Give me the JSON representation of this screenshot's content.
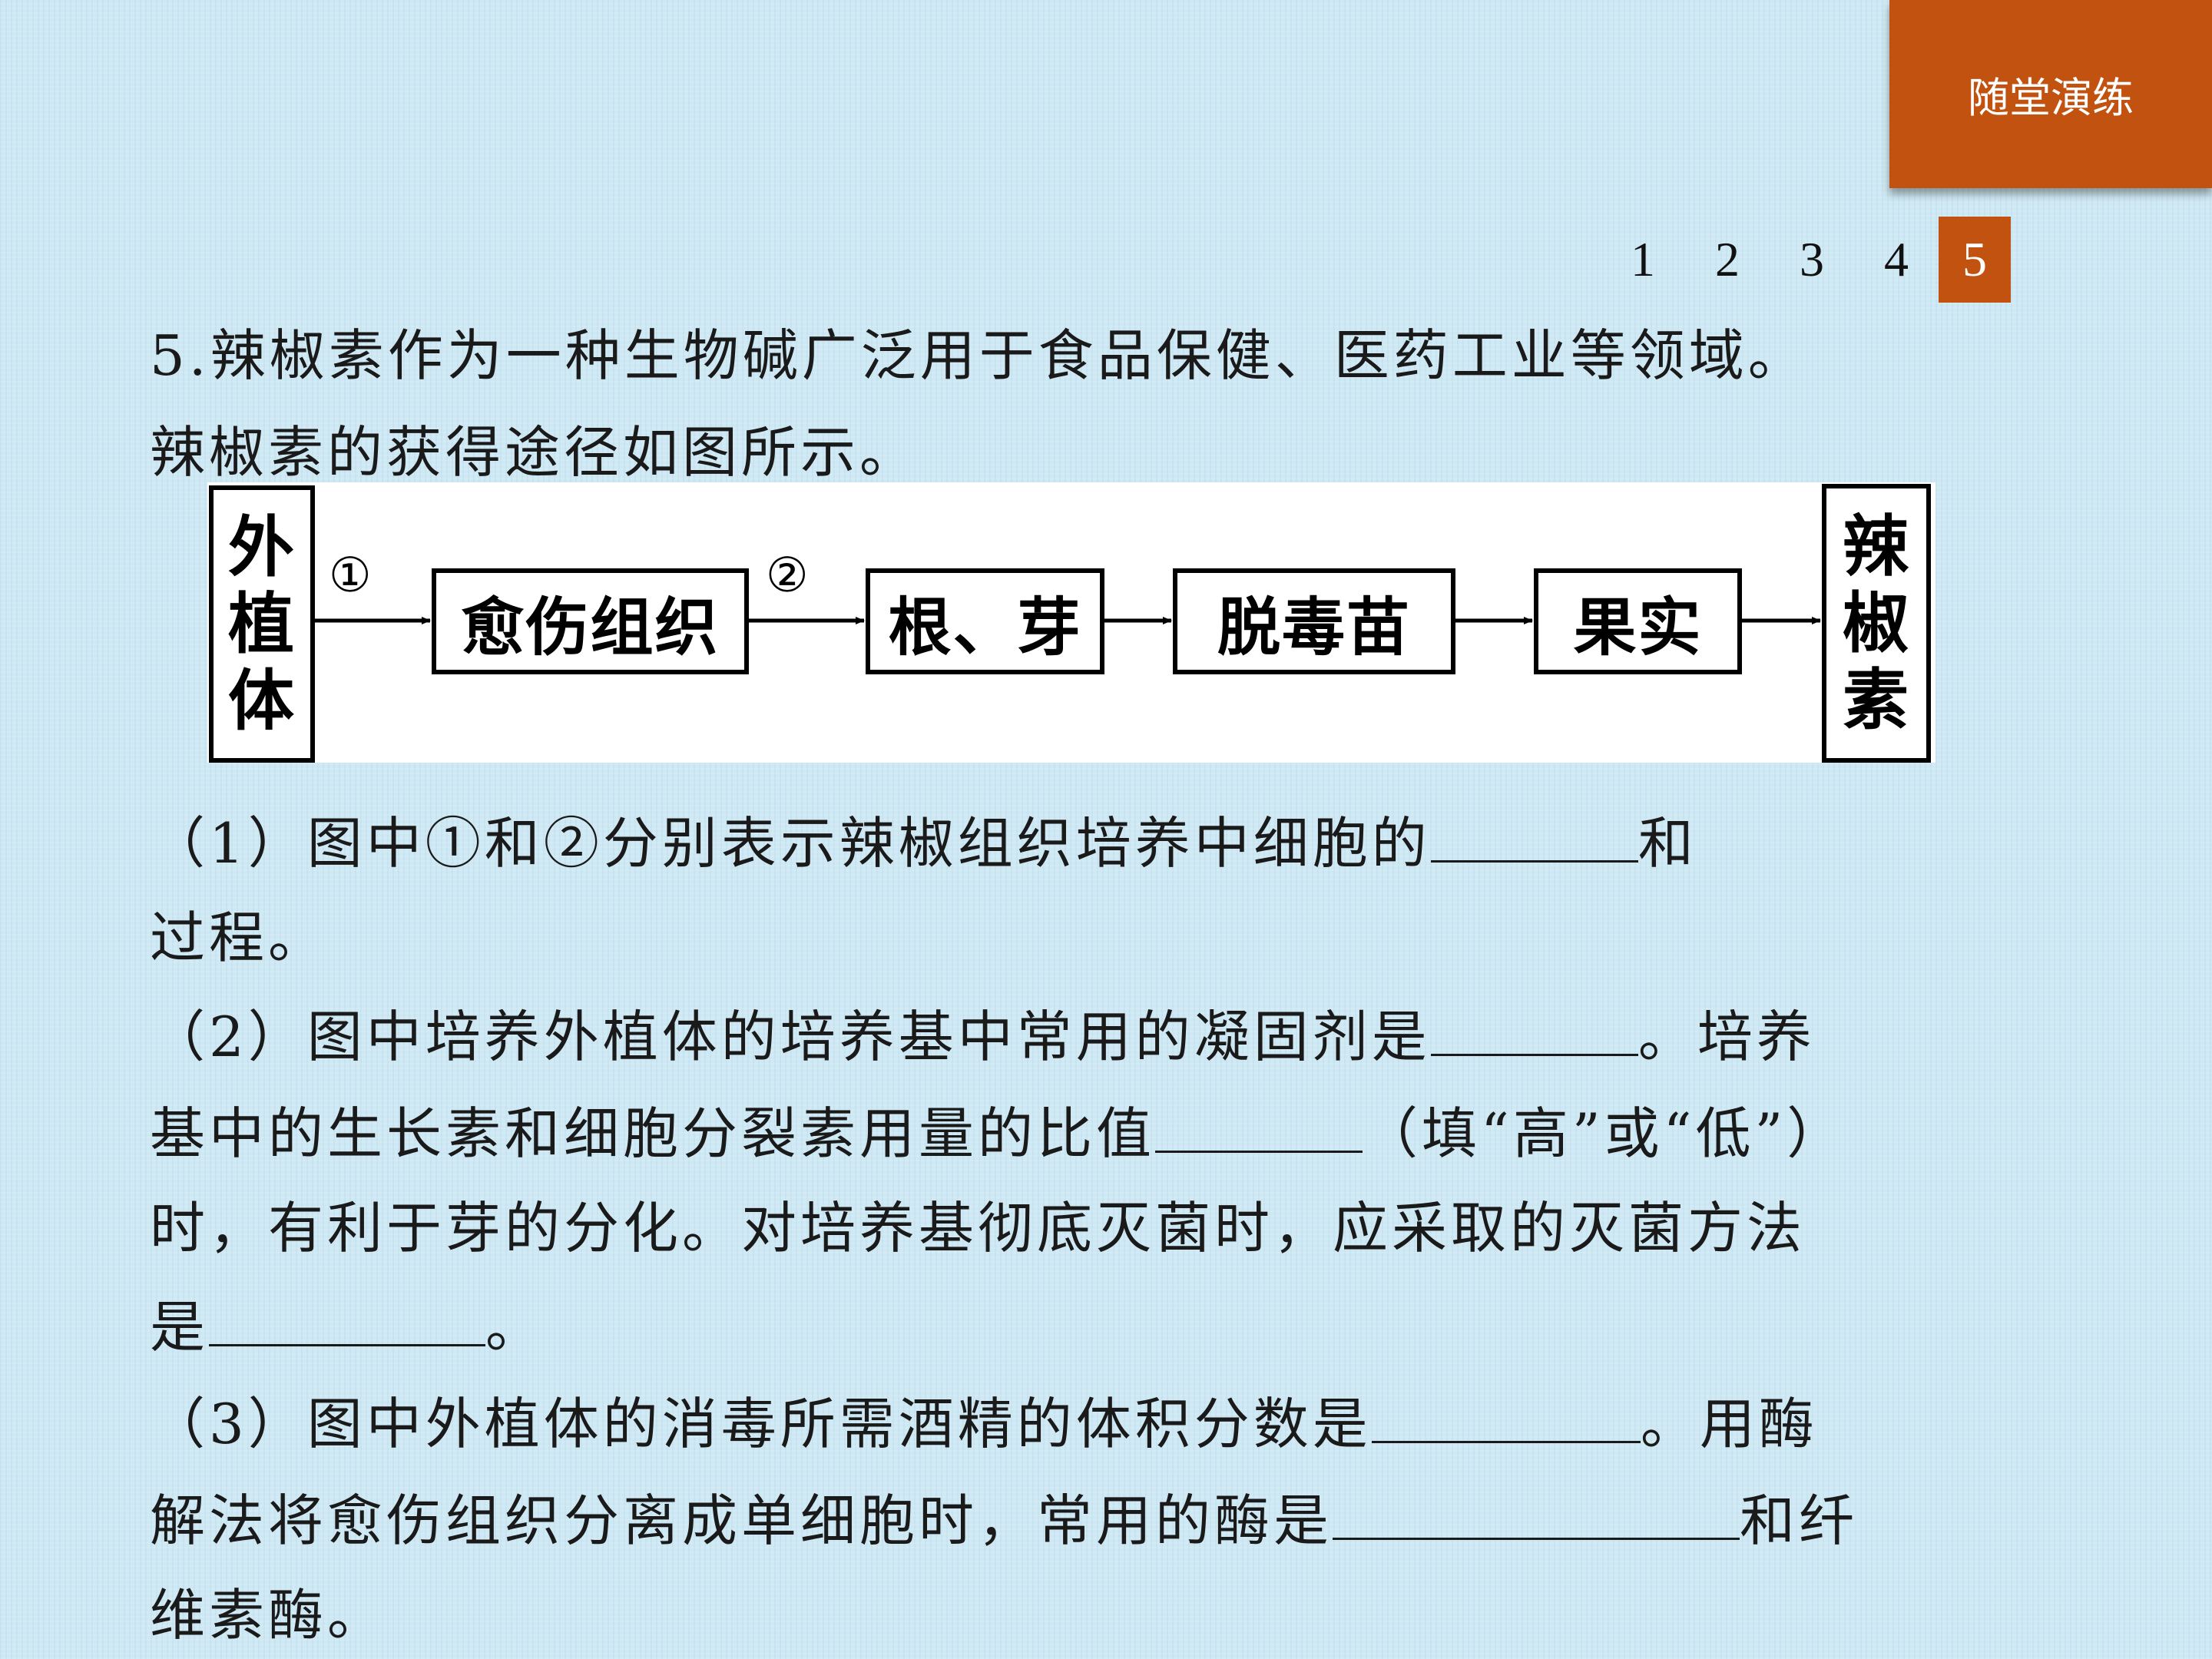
{
  "header": {
    "section_tag": "随堂演练"
  },
  "pagination": {
    "pages": [
      "1",
      "2",
      "3",
      "4",
      "5"
    ],
    "current": "5"
  },
  "question": {
    "intro_line1": "5.辣椒素作为一种生物碱广泛用于食品保健、医药工业等领域。",
    "intro_line2": "辣椒素的获得途径如图所示。"
  },
  "diagram": {
    "start_node": [
      "外",
      "植",
      "体"
    ],
    "step1_mark": "①",
    "node_callus": "愈伤组织",
    "step2_mark": "②",
    "node_root_bud": "根、芽",
    "node_seedling": "脱毒苗",
    "node_fruit": "果实",
    "end_node": [
      "辣",
      "椒",
      "素"
    ]
  },
  "sub_questions": {
    "q1_line1_a": "（1）图中①和②分别表示辣椒组织培养中细胞的",
    "q1_line1_b": "和",
    "q1_line2": "过程。",
    "q2_line1_a": "（2）图中培养外植体的培养基中常用的凝固剂是",
    "q2_line1_b": "。培养",
    "q2_line2_a": "基中的生长素和细胞分裂素用量的比值",
    "q2_line2_b": "（填“高”或“低”）",
    "q2_line3": "时，有利于芽的分化。对培养基彻底灭菌时，应采取的灭菌方法",
    "q2_line4_a": "是",
    "q2_line4_b": "。",
    "q3_line1_a": "（3）图中外植体的消毒所需酒精的体积分数是",
    "q3_line1_b": "。用酶",
    "q3_line2_a": "解法将愈伤组织分离成单细胞时，常用的酶是",
    "q3_line2_b": "和纤",
    "q3_line3": "维素酶。"
  }
}
